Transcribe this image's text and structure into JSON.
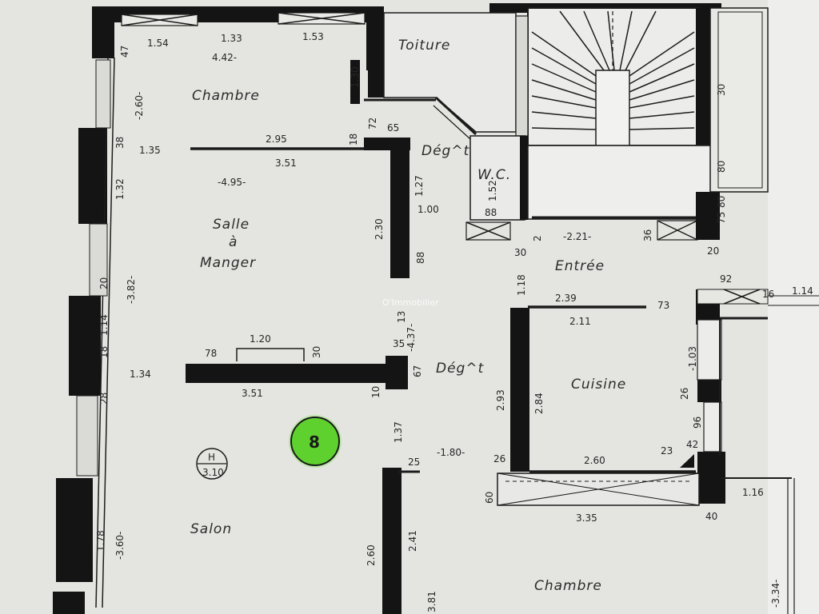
{
  "rooms": {
    "toiture": "Toiture",
    "chambre_top": "Chambre",
    "deg_top": "Dég^t",
    "wc": "W.C.",
    "salle": "Salle",
    "salle_a": "à",
    "salle_manger": "Manger",
    "entree": "Entrée",
    "deg_mid": "Dég^t",
    "cuisine": "Cuisine",
    "salon": "Salon",
    "chambre_bottom": "Chambre"
  },
  "dims": {
    "d_154": "1.54",
    "d_133": "1.33",
    "d_153": "1.53",
    "d_442": "4.42-",
    "d_47": "47",
    "d_260": "-2.60-",
    "d_130": "1.30",
    "d_72": "72",
    "d_65": "65",
    "d_295": "2.95",
    "d_18": "18",
    "d_135": "1.35",
    "d_38": "38",
    "d_351a": "3.51",
    "d_495": "-4.95-",
    "d_132": "1.32",
    "d_127": "1.27",
    "d_230": "2.30",
    "d_100": "1.00",
    "d_88a": "88",
    "d_88b": "88",
    "d_152": "1.52",
    "d_221": "-2.21-",
    "d_2": "2",
    "d_36": "36",
    "d_30a": "30",
    "d_30b": "30",
    "d_80a": "80",
    "d_80b": "80",
    "d_75": "75",
    "d_20a": "20",
    "d_118": "1.18",
    "d_92": "92",
    "d_16": "16",
    "d_114": "1.14",
    "d_239": "2.39",
    "d_73": "73",
    "d_211": "2.11",
    "d_382": "-3.82-",
    "d_20b": "20",
    "d_114b": "1.14",
    "d_18b": "18",
    "d_120": "1.20",
    "d_78": "78",
    "d_30c": "30",
    "d_35": "35",
    "d_437": "-4.37-",
    "d_13": "13",
    "d_103": "-1.03",
    "d_134": "1.34",
    "d_351b": "3.51",
    "d_10": "10",
    "d_67": "67",
    "d_28": "28",
    "d_293": "2.93",
    "d_284": "2.84",
    "d_26a": "26",
    "d_96": "96",
    "d_137": "1.37",
    "d_42": "42",
    "d_180": "-1.80-",
    "d_25": "25",
    "d_26b": "26",
    "d_260b": "2.60",
    "d_23": "23",
    "d_60": "60",
    "d_116": "1.16",
    "d_335": "3.35",
    "d_40": "40",
    "d_178": "1.78",
    "d_360": "-3.60-",
    "d_260c": "2.60",
    "d_241": "2.41",
    "d_381": "3.81",
    "d_334": "-3.34-"
  },
  "height_marker": {
    "label": "H",
    "value": "3.10"
  },
  "badge": {
    "number": "8",
    "color": "#5fd12e"
  },
  "watermark": "O'Immobilier"
}
